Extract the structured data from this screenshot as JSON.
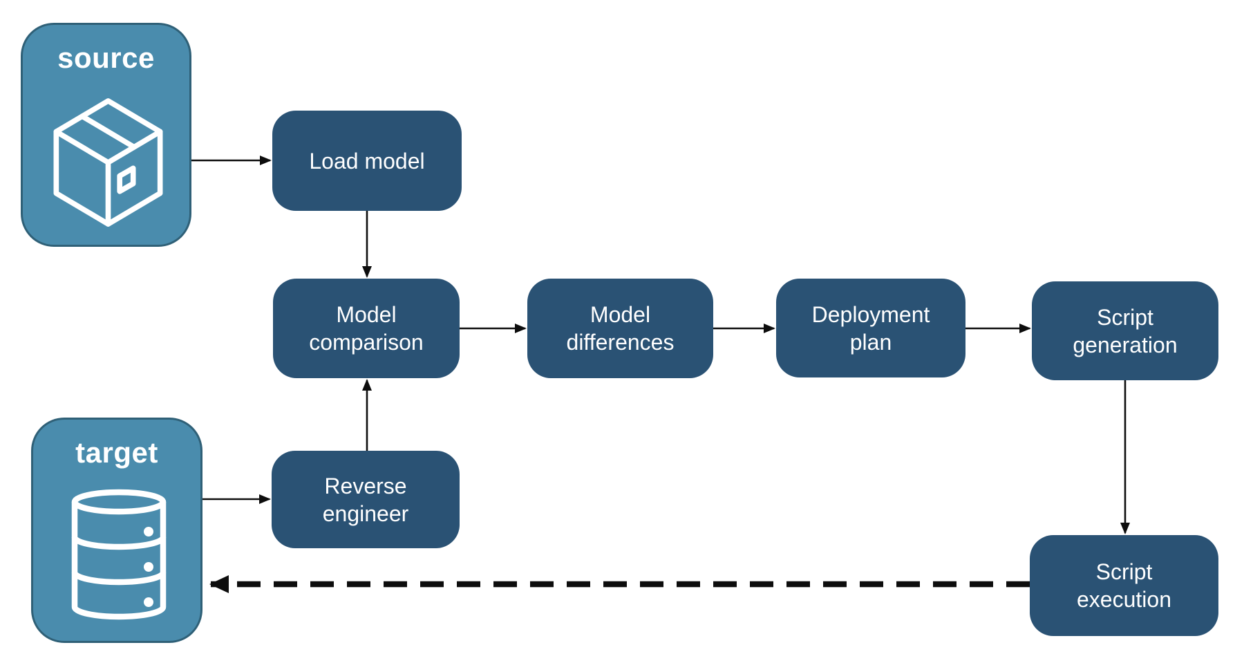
{
  "diagram": {
    "source": {
      "label": "source",
      "icon": "package-icon"
    },
    "target": {
      "label": "target",
      "icon": "database-icon"
    },
    "nodes": [
      {
        "id": "load-model",
        "label": "Load model"
      },
      {
        "id": "model-comparison",
        "label": "Model\ncomparison"
      },
      {
        "id": "model-differences",
        "label": "Model\ndifferences"
      },
      {
        "id": "deployment-plan",
        "label": "Deployment\nplan"
      },
      {
        "id": "script-generation",
        "label": "Script\ngeneration"
      },
      {
        "id": "reverse-engineer",
        "label": "Reverse\nengineer"
      },
      {
        "id": "script-execution",
        "label": "Script\nexecution"
      }
    ],
    "edges": [
      {
        "from": "source",
        "to": "load-model",
        "style": "solid"
      },
      {
        "from": "load-model",
        "to": "model-comparison",
        "style": "solid"
      },
      {
        "from": "target",
        "to": "reverse-engineer",
        "style": "solid"
      },
      {
        "from": "reverse-engineer",
        "to": "model-comparison",
        "style": "solid"
      },
      {
        "from": "model-comparison",
        "to": "model-differences",
        "style": "solid"
      },
      {
        "from": "model-differences",
        "to": "deployment-plan",
        "style": "solid"
      },
      {
        "from": "deployment-plan",
        "to": "script-generation",
        "style": "solid"
      },
      {
        "from": "script-generation",
        "to": "script-execution",
        "style": "solid"
      },
      {
        "from": "script-execution",
        "to": "target",
        "style": "dashed"
      }
    ],
    "colors": {
      "process_fill": "#2A5274",
      "endpoint_fill": "#4A8CAD",
      "endpoint_border": "#2F6077",
      "label_text": "#FFFFFF",
      "arrow": "#0D0D0D",
      "background": "#FFFFFF"
    }
  }
}
